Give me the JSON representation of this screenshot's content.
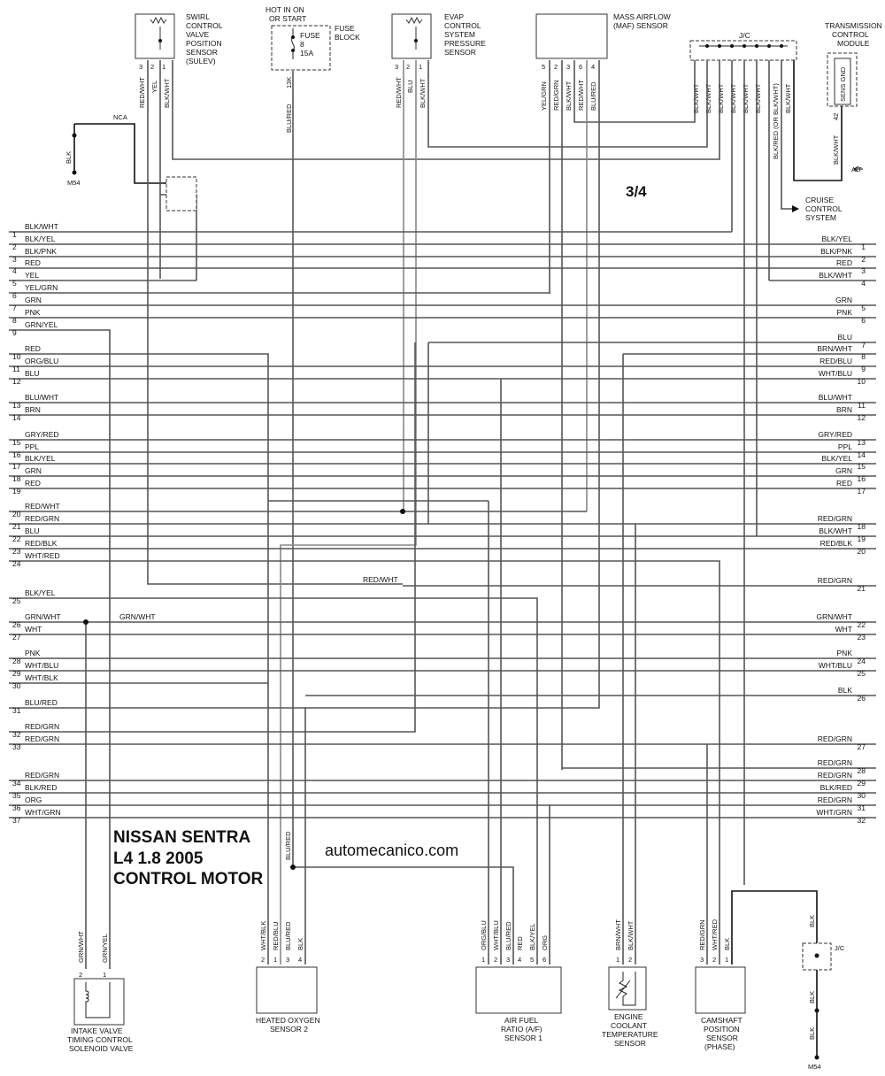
{
  "title_lines": [
    "NISSAN SENTRA",
    "L4 1.8 2005",
    "CONTROL MOTOR"
  ],
  "watermark": "automecanico.com",
  "page_fraction": "3/4",
  "top_components": {
    "swirl": {
      "name_lines": [
        "SWIRL",
        "CONTROL",
        "VALVE",
        "POSITION",
        "SENSOR",
        "(SULEV)"
      ],
      "pins": [
        "3",
        "2",
        "1"
      ],
      "wires": [
        "RED/WHT",
        "YEL",
        "BLK/WHT"
      ]
    },
    "fuse": {
      "hot_lines": [
        "HOT IN ON",
        "OR START"
      ],
      "fuse_lines": [
        "FUSE",
        "8",
        "15A"
      ],
      "block_lines": [
        "FUSE",
        "BLOCK"
      ],
      "circuit": "13K",
      "wire": "BLU/RED"
    },
    "evap": {
      "name_lines": [
        "EVAP",
        "CONTROL",
        "SYSTEM",
        "PRESSURE",
        "SENSOR"
      ],
      "pins": [
        "3",
        "2",
        "1"
      ],
      "wires": [
        "RED/WHT",
        "BLU",
        "BLK/WHT"
      ]
    },
    "maf": {
      "name_lines": [
        "MASS AIRFLOW",
        "(MAF) SENSOR"
      ],
      "pins": [
        "5",
        "2",
        "3",
        "6",
        "4"
      ],
      "wires": [
        "YEL/GRN",
        "RED/GRN",
        "BLK/WHT",
        "RED/WHT",
        "BLU/RED"
      ]
    },
    "jc": {
      "label": "J/C",
      "wires": [
        "BLK/WHT",
        "BLK/WHT",
        "BLK/WHT",
        "BLK/WHT",
        "BLK/WHT",
        "BLK/WHT",
        "BLK/RED (OR BLK/WHT)",
        "BLK/WHT"
      ]
    },
    "tcm": {
      "name_lines": [
        "TRANSMISSION",
        "CONTROL",
        "MODULE"
      ],
      "pin_label": "SENS GND",
      "pin": "42",
      "wire": "BLK/WHT",
      "note": "A/T"
    },
    "cruise": {
      "name_lines": [
        "CRUISE",
        "CONTROL",
        "SYSTEM"
      ]
    },
    "ground": {
      "label": "NCA",
      "wire": "BLK",
      "name": "M54"
    }
  },
  "left_rows": [
    {
      "n": "1",
      "w": "BLK/WHT"
    },
    {
      "n": "2",
      "w": "BLK/YEL"
    },
    {
      "n": "3",
      "w": "BLK/PNK"
    },
    {
      "n": "4",
      "w": "RED"
    },
    {
      "n": "5",
      "w": "YEL"
    },
    {
      "n": "6",
      "w": "YEL/GRN"
    },
    {
      "n": "7",
      "w": "GRN"
    },
    {
      "n": "8",
      "w": "PNK"
    },
    {
      "n": "9",
      "w": "GRN/YEL"
    },
    {
      "n": "10",
      "w": "RED"
    },
    {
      "n": "11",
      "w": "ORG/BLU"
    },
    {
      "n": "12",
      "w": "BLU"
    },
    {
      "n": "13",
      "w": "BLU/WHT"
    },
    {
      "n": "14",
      "w": "BRN"
    },
    {
      "n": "15",
      "w": "GRY/RED"
    },
    {
      "n": "16",
      "w": "PPL"
    },
    {
      "n": "17",
      "w": "BLK/YEL"
    },
    {
      "n": "18",
      "w": "GRN"
    },
    {
      "n": "19",
      "w": "RED"
    },
    {
      "n": "20",
      "w": "RED/WHT"
    },
    {
      "n": "21",
      "w": "RED/GRN"
    },
    {
      "n": "22",
      "w": "BLU"
    },
    {
      "n": "23",
      "w": "RED/BLK"
    },
    {
      "n": "24",
      "w": "WHT/RED"
    },
    {
      "n": "25",
      "w": "BLK/YEL"
    },
    {
      "n": "26",
      "w": "GRN/WHT"
    },
    {
      "n": "27",
      "w": "WHT"
    },
    {
      "n": "28",
      "w": "PNK"
    },
    {
      "n": "29",
      "w": "WHT/BLU"
    },
    {
      "n": "30",
      "w": "WHT/BLK"
    },
    {
      "n": "31",
      "w": "BLU/RED"
    },
    {
      "n": "32",
      "w": "RED/GRN"
    },
    {
      "n": "33",
      "w": "RED/GRN"
    },
    {
      "n": "34",
      "w": "RED/GRN"
    },
    {
      "n": "35",
      "w": "BLK/RED"
    },
    {
      "n": "36",
      "w": "ORG"
    },
    {
      "n": "37",
      "w": "WHT/GRN"
    }
  ],
  "right_rows": [
    {
      "n": "1",
      "w": "BLK/YEL"
    },
    {
      "n": "2",
      "w": "BLK/PNK"
    },
    {
      "n": "3",
      "w": "RED"
    },
    {
      "n": "4",
      "w": "BLK/WHT"
    },
    {
      "n": "5",
      "w": "GRN"
    },
    {
      "n": "6",
      "w": "PNK"
    },
    {
      "n": "7",
      "w": "BLU"
    },
    {
      "n": "8",
      "w": "BRN/WHT"
    },
    {
      "n": "9",
      "w": "RED/BLU"
    },
    {
      "n": "10",
      "w": "WHT/BLU"
    },
    {
      "n": "11",
      "w": "BLU/WHT"
    },
    {
      "n": "12",
      "w": "BRN"
    },
    {
      "n": "13",
      "w": "GRY/RED"
    },
    {
      "n": "14",
      "w": "PPL"
    },
    {
      "n": "15",
      "w": "BLK/YEL"
    },
    {
      "n": "16",
      "w": "GRN"
    },
    {
      "n": "17",
      "w": "RED"
    },
    {
      "n": "18",
      "w": "RED/GRN"
    },
    {
      "n": "19",
      "w": "BLK/WHT"
    },
    {
      "n": "20",
      "w": "RED/BLK"
    },
    {
      "n": "21",
      "w": "RED/GRN"
    },
    {
      "n": "22",
      "w": "GRN/WHT"
    },
    {
      "n": "23",
      "w": "WHT"
    },
    {
      "n": "24",
      "w": "PNK"
    },
    {
      "n": "25",
      "w": "WHT/BLU"
    },
    {
      "n": "26",
      "w": "BLK"
    },
    {
      "n": "27",
      "w": "RED/GRN"
    },
    {
      "n": "28",
      "w": "RED/GRN"
    },
    {
      "n": "29",
      "w": "RED/GRN"
    },
    {
      "n": "30",
      "w": "BLK/RED"
    },
    {
      "n": "31",
      "w": "RED/GRN"
    },
    {
      "n": "32",
      "w": "WHT/GRN"
    }
  ],
  "inline_labels": {
    "red_wht": "RED/WHT",
    "grn_wht": "GRN/WHT",
    "blu_red": "BLU/RED"
  },
  "bottom_components": {
    "ivt": {
      "name_lines": [
        "INTAKE VALVE",
        "TIMING CONTROL",
        "SOLENOID VALVE"
      ],
      "pins": [
        "2",
        "1"
      ],
      "wires": [
        "GRN/WHT",
        "GRN/YEL"
      ]
    },
    "ho2s": {
      "name_lines": [
        "HEATED OXYGEN",
        "SENSOR 2"
      ],
      "pins": [
        "2",
        "1",
        "3",
        "4"
      ],
      "wires": [
        "WHT/BLK",
        "RED/BLU",
        "BLU/RED",
        "BLK"
      ]
    },
    "af": {
      "name_lines": [
        "AIR FUEL",
        "RATIO (A/F)",
        "SENSOR 1"
      ],
      "pins": [
        "1",
        "2",
        "3",
        "4",
        "5",
        "6"
      ],
      "wires": [
        "ORG/BLU",
        "WHT/BLU",
        "BLU/RED",
        "RED",
        "BLK/YEL",
        "ORG"
      ]
    },
    "ect": {
      "name_lines": [
        "ENGINE",
        "COOLANT",
        "TEMPERATURE",
        "SENSOR"
      ],
      "pins": [
        "1",
        "2"
      ],
      "wires": [
        "BRN/WHT",
        "BLK/WHT"
      ]
    },
    "cmp": {
      "name_lines": [
        "CAMSHAFT",
        "POSITION",
        "SENSOR",
        "(PHASE)"
      ],
      "pins": [
        "3",
        "2",
        "1"
      ],
      "wires": [
        "RED/GRN",
        "WHT/RED",
        "BLK"
      ]
    },
    "gnd": {
      "jc": "J/C",
      "wires": [
        "BLK",
        "BLK",
        "BLK"
      ],
      "name": "M54"
    }
  }
}
